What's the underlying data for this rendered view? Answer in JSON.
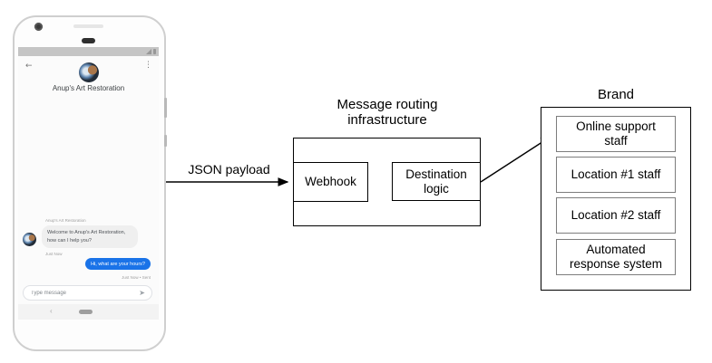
{
  "phone": {
    "status_bar": {
      "signal_icon": "signal-triangle",
      "battery_icon": "battery"
    },
    "header": {
      "back_icon": "←",
      "menu_icon": "⋮",
      "title": "Anup's Art Restoration"
    },
    "conversation": {
      "sender_label": "Anup's Art Restoration",
      "incoming_message": "Welcome to Anup's Art Restoration, how can I help you?",
      "incoming_timestamp": "Just Now",
      "outgoing_message": "Hi, what are your hours?",
      "outgoing_status": "Just Now • Sent",
      "outgoing_bubble_color": "#1a73e8",
      "incoming_bubble_color": "#efefef"
    },
    "composer": {
      "placeholder": "Type message",
      "send_icon": "➤"
    },
    "nav": {
      "back_icon": "‹"
    }
  },
  "diagram": {
    "json_payload_label": "JSON payload",
    "routing": {
      "title": "Message routing infrastructure",
      "webhook_label": "Webhook",
      "destination_label": "Destination logic"
    },
    "brand": {
      "title": "Brand",
      "boxes": [
        "Online support staff",
        "Location #1 staff",
        "Location #2 staff",
        "Automated response system"
      ]
    }
  }
}
